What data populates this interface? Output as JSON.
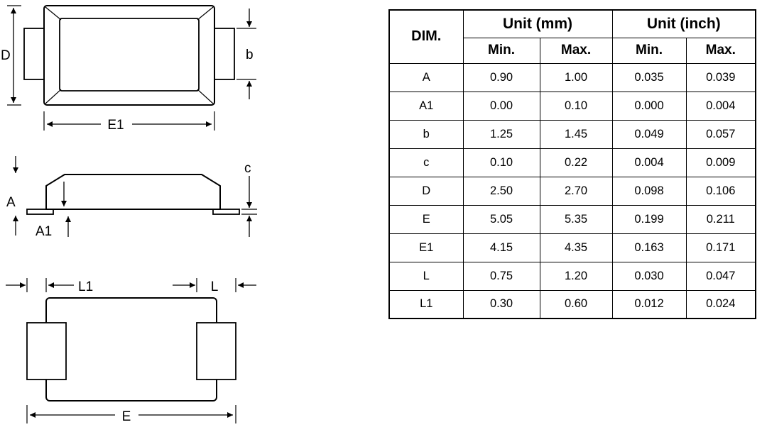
{
  "drawing": {
    "top_view": {
      "dim_d_label": "D",
      "dim_b_label": "b",
      "dim_e1_label": "E1"
    },
    "side_view": {
      "dim_a_label": "A",
      "dim_a1_label": "A1",
      "dim_c_label": "c"
    },
    "bottom_view": {
      "dim_l1_label": "L1",
      "dim_l_label": "L",
      "dim_e_label": "E"
    }
  },
  "table": {
    "header": {
      "dim": "DIM.",
      "unit_mm": "Unit (mm)",
      "unit_inch": "Unit (inch)",
      "min": "Min.",
      "max": "Max."
    },
    "rows": [
      {
        "dim": "A",
        "mm_min": "0.90",
        "mm_max": "1.00",
        "inch_min": "0.035",
        "inch_max": "0.039"
      },
      {
        "dim": "A1",
        "mm_min": "0.00",
        "mm_max": "0.10",
        "inch_min": "0.000",
        "inch_max": "0.004"
      },
      {
        "dim": "b",
        "mm_min": "1.25",
        "mm_max": "1.45",
        "inch_min": "0.049",
        "inch_max": "0.057"
      },
      {
        "dim": "c",
        "mm_min": "0.10",
        "mm_max": "0.22",
        "inch_min": "0.004",
        "inch_max": "0.009"
      },
      {
        "dim": "D",
        "mm_min": "2.50",
        "mm_max": "2.70",
        "inch_min": "0.098",
        "inch_max": "0.106"
      },
      {
        "dim": "E",
        "mm_min": "5.05",
        "mm_max": "5.35",
        "inch_min": "0.199",
        "inch_max": "0.211"
      },
      {
        "dim": "E1",
        "mm_min": "4.15",
        "mm_max": "4.35",
        "inch_min": "0.163",
        "inch_max": "0.171"
      },
      {
        "dim": "L",
        "mm_min": "0.75",
        "mm_max": "1.20",
        "inch_min": "0.030",
        "inch_max": "0.047"
      },
      {
        "dim": "L1",
        "mm_min": "0.30",
        "mm_max": "0.60",
        "inch_min": "0.012",
        "inch_max": "0.024"
      }
    ]
  },
  "colors": {
    "line": "#000000",
    "background": "#ffffff"
  }
}
